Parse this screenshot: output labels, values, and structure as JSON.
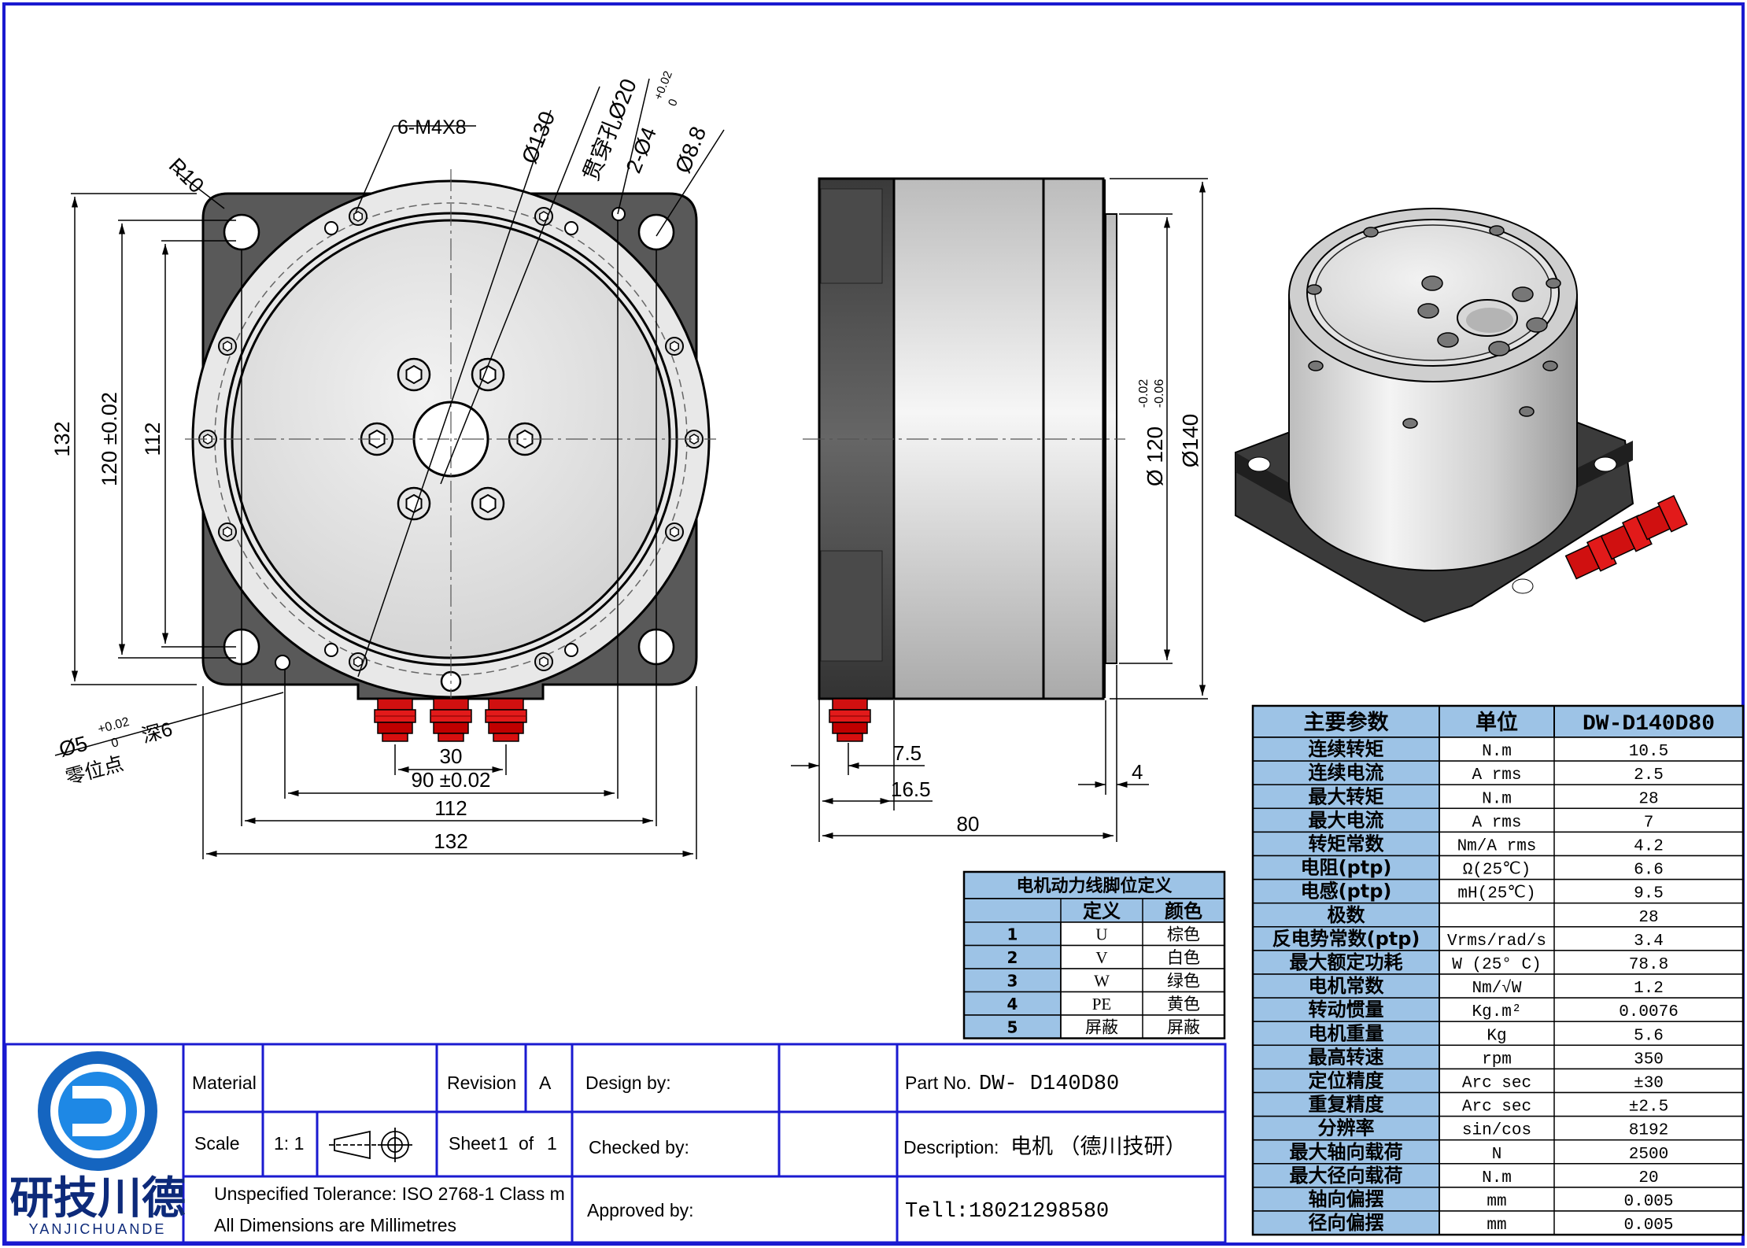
{
  "front_view": {
    "callouts": [
      "R10",
      "6-M4X8",
      "Ø130",
      "贯穿孔Ø20",
      "2-Ø4",
      "+0.02",
      "0",
      "Ø8.8"
    ],
    "zero_point": {
      "dia": "Ø5",
      "tol_upper": "+0.02",
      "tol_lower": "0",
      "depth": "深6",
      "label": "零位点"
    },
    "dims_vertical": [
      "132",
      "120 ±0.02",
      "112"
    ],
    "dims_horizontal": [
      "30",
      "90 ±0.02",
      "112",
      "132"
    ]
  },
  "side_view": {
    "dims": [
      "7.5",
      "16.5",
      "80",
      "4",
      "Ø140"
    ],
    "dia120": {
      "text": "Ø 120",
      "tol_upper": "-0.02",
      "tol_lower": "-0.06"
    }
  },
  "params_table": {
    "headers": [
      "主要参数",
      "单位",
      "DW-D140D80"
    ],
    "rows": [
      [
        "连续转矩",
        "N.m",
        "10.5"
      ],
      [
        "连续电流",
        "A rms",
        "2.5"
      ],
      [
        "最大转矩",
        "N.m",
        "28"
      ],
      [
        "最大电流",
        "A rms",
        "7"
      ],
      [
        "转矩常数",
        "Nm/A rms",
        "4.2"
      ],
      [
        "电阻(ptp)",
        "Ω(25℃)",
        "6.6"
      ],
      [
        "电感(ptp)",
        "mH(25℃)",
        "9.5"
      ],
      [
        "极数",
        "",
        "28"
      ],
      [
        "反电势常数(ptp)",
        "Vrms/rad/s",
        "3.4"
      ],
      [
        "最大额定功耗",
        "W (25° C)",
        "78.8"
      ],
      [
        "电机常数",
        "Nm/√W",
        "1.2"
      ],
      [
        "转动惯量",
        "Kg.m²",
        "0.0076"
      ],
      [
        "电机重量",
        "Kg",
        "5.6"
      ],
      [
        "最高转速",
        "rpm",
        "350"
      ],
      [
        "定位精度",
        "Arc sec",
        "±30"
      ],
      [
        "重复精度",
        "Arc sec",
        "±2.5"
      ],
      [
        "分辨率",
        "sin/cos",
        "8192"
      ],
      [
        "最大轴向载荷",
        "N",
        "2500"
      ],
      [
        "最大径向载荷",
        "N.m",
        "20"
      ],
      [
        "轴向偏摆",
        "mm",
        "0.005"
      ],
      [
        "径向偏摆",
        "mm",
        "0.005"
      ]
    ]
  },
  "pin_table": {
    "title": "电机动力线脚位定义",
    "headers": [
      "",
      "定义",
      "颜色"
    ],
    "rows": [
      [
        "1",
        "U",
        "棕色"
      ],
      [
        "2",
        "V",
        "白色"
      ],
      [
        "3",
        "W",
        "绿色"
      ],
      [
        "4",
        "PE",
        "黄色"
      ],
      [
        "5",
        "屏蔽",
        "屏蔽"
      ]
    ]
  },
  "title_block": {
    "logo_text": "研技川德",
    "logo_sub": "YANJICHUANDE",
    "material_label": "Material",
    "revision_label": "Revision",
    "revision_value": "A",
    "scale_label": "Scale",
    "scale_value": "1: 1",
    "sheet_label": "Sheet",
    "sheet_value": "1",
    "of_label": "of",
    "sheet_total": "1",
    "tolerance": "Unspecified Tolerance: ISO 2768-1 Class m",
    "units": "All Dimensions  are Millimetres",
    "design_by": "Design by:",
    "checked_by": "Checked by:",
    "approved_by": "Approved by:",
    "part_no_label": "Part No.",
    "part_no": "DW- D140D80",
    "description_label": "Description:",
    "description": "电机 （德川技研）",
    "tel": "Tell:18021298580"
  },
  "colors": {
    "frame": "#1a1ad0",
    "table_header": "#9dc3e6",
    "connector": "#d01010",
    "plate": "#595959"
  }
}
